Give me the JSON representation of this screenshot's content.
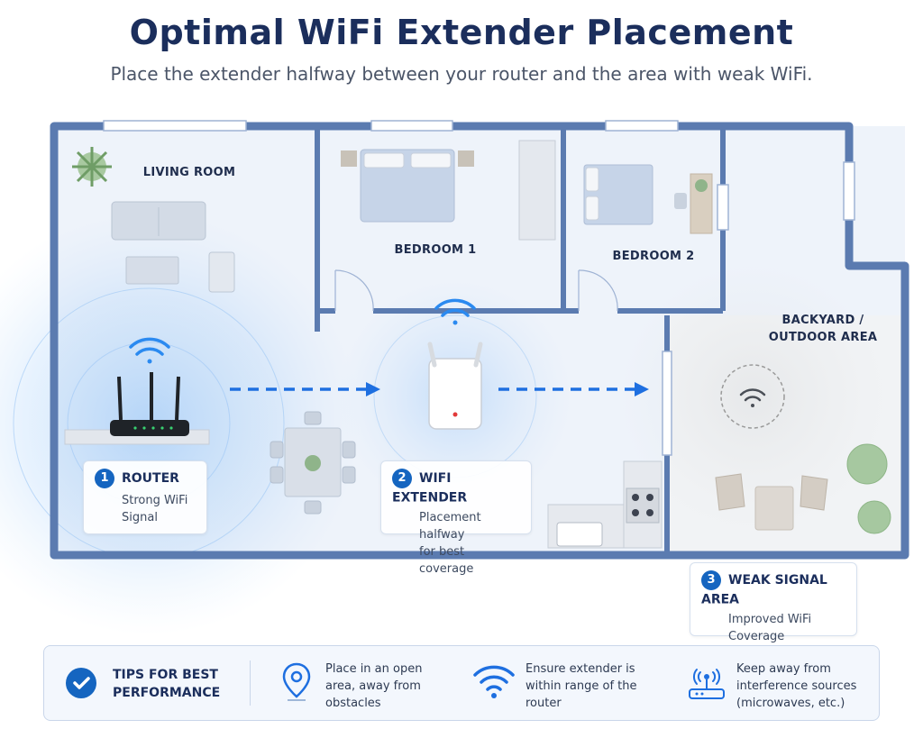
{
  "header": {
    "title": "Optimal WiFi Extender Placement",
    "subtitle": "Place the extender halfway between your router and the area with weak WiFi."
  },
  "rooms": {
    "living_room": "LIVING ROOM",
    "bedroom1": "BEDROOM 1",
    "bedroom2": "BEDROOM 2",
    "backyard_line1": "BACKYARD /",
    "backyard_line2": "OUTDOOR AREA"
  },
  "callouts": {
    "router": {
      "number": "1",
      "title": "ROUTER",
      "line1": "Strong WiFi",
      "line2": "Signal"
    },
    "extender": {
      "number": "2",
      "title": "WIFI EXTENDER",
      "line1": "Placement halfway",
      "line2": "for best coverage"
    },
    "weak": {
      "number": "3",
      "title": "WEAK SIGNAL AREA",
      "line1": "Improved WiFi",
      "line2": "Coverage"
    }
  },
  "tips": {
    "title_line1": "TIPS FOR BEST",
    "title_line2": "PERFORMANCE",
    "items": [
      {
        "icon": "location-pin-icon",
        "line1": "Place in an open",
        "line2": "area, away from",
        "line3": "obstacles"
      },
      {
        "icon": "wifi-icon",
        "line1": "Ensure extender is",
        "line2": "within range of the",
        "line3": "router"
      },
      {
        "icon": "interference-icon",
        "line1": "Keep away from",
        "line2": "interference sources",
        "line3": "(microwaves, etc.)"
      }
    ]
  },
  "colors": {
    "wall": "#5b7bb0",
    "accent": "#1565c0",
    "signal": "#2b8af0",
    "floor": "#eef3fa"
  }
}
